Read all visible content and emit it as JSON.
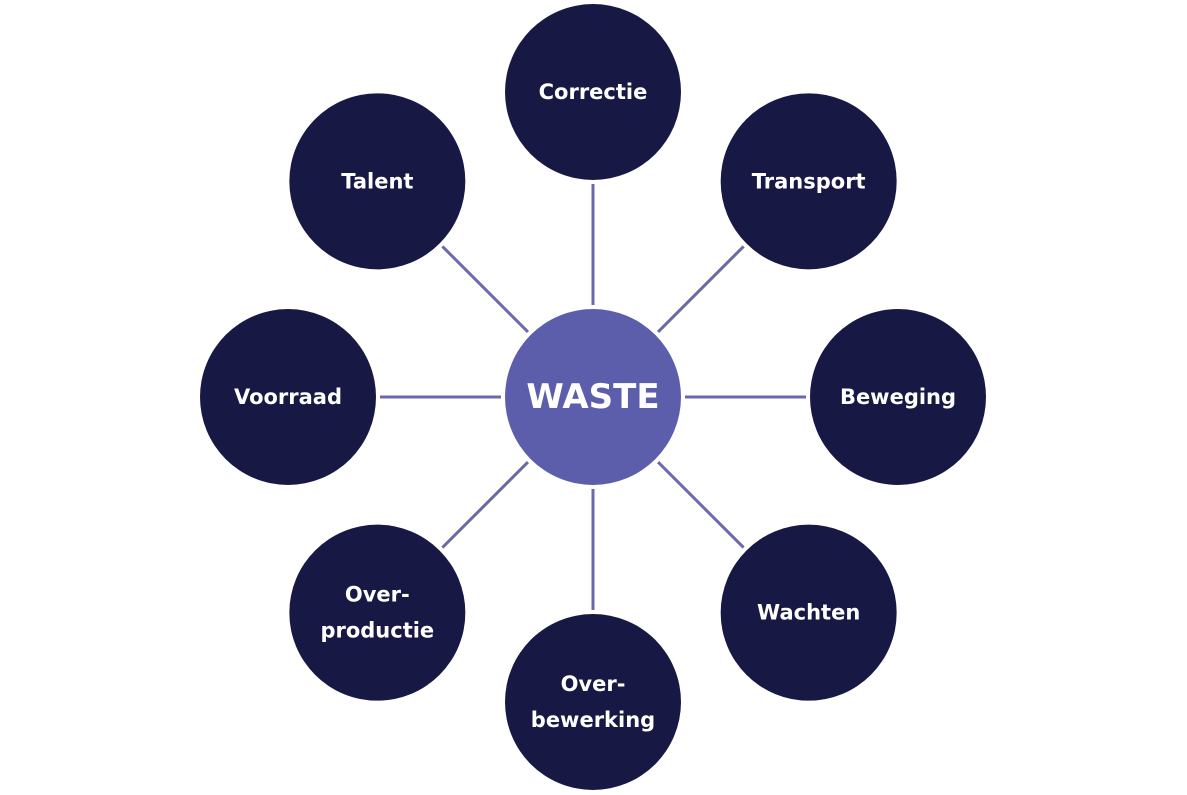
{
  "colors": {
    "background": "#ffffff",
    "node_fill": "#181844",
    "center_fill": "#5d5eab",
    "connector": "#6b6aa8",
    "text": "#ffffff"
  },
  "diagram": {
    "center": {
      "label": "WASTE"
    },
    "nodes": [
      {
        "key": "correctie",
        "lines": [
          "Correctie"
        ]
      },
      {
        "key": "transport",
        "lines": [
          "Transport"
        ]
      },
      {
        "key": "beweging",
        "lines": [
          "Beweging"
        ]
      },
      {
        "key": "wachten",
        "lines": [
          "Wachten"
        ]
      },
      {
        "key": "overbewerking",
        "lines": [
          "Over-",
          "bewerking"
        ]
      },
      {
        "key": "overproductie",
        "lines": [
          "Over-",
          "productie"
        ]
      },
      {
        "key": "voorraad",
        "lines": [
          "Voorraad"
        ]
      },
      {
        "key": "talent",
        "lines": [
          "Talent"
        ]
      }
    ]
  }
}
